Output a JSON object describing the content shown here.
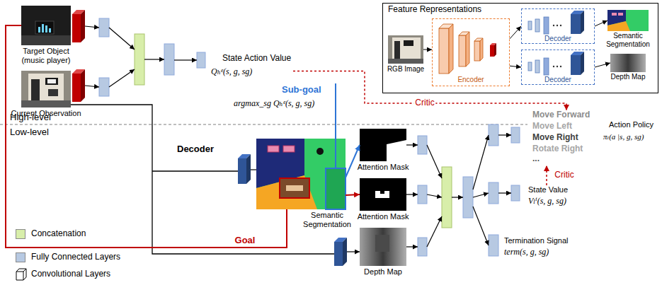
{
  "diagram": {
    "nodes": [
      {
        "text": [
          "Feature Representations"
        ]
      },
      {
        "text": [
          "RGB Image"
        ],
        "in": 0
      },
      {
        "text": [
          "Encoder"
        ],
        "in": 0
      },
      {
        "text": [
          "Decoder"
        ],
        "in": 0
      },
      {
        "text": [
          "Decoder"
        ],
        "in": 0
      },
      {
        "text": [
          "Semantic Segmentation"
        ],
        "in": 0
      },
      {
        "text": [
          "Depth Map"
        ],
        "in": 0
      },
      {
        "text": [
          "Target Object (music player)"
        ]
      },
      {
        "text": [
          "Current Observation"
        ]
      },
      {
        "text": [
          "State Action Value",
          "Qₕᵉ(s, g, sg)"
        ]
      },
      {
        "text": [
          "Semantic Segmentation"
        ]
      },
      {
        "text": [
          "Attention Mask"
        ]
      },
      {
        "text": [
          "Attention Mask"
        ]
      },
      {
        "text": [
          "Depth Map"
        ]
      },
      {
        "text": [
          "Move Forward",
          "Move Left",
          "Move Right",
          "Rotate Right",
          "...",
          "Action Policy",
          "πₗ(a |s, g, sg)"
        ]
      },
      {
        "text": [
          "State Value",
          "Vₗⁱ(s, g, sg)"
        ]
      },
      {
        "text": [
          "Termination Signal",
          "term(s, g, sg)"
        ]
      }
    ],
    "edges": [
      {
        "from": 1,
        "to": 2,
        "arrow": "to"
      },
      {
        "from": 2,
        "to": 3,
        "arrow": "to"
      },
      {
        "from": 2,
        "to": 4,
        "arrow": "to"
      },
      {
        "from": 3,
        "to": 5,
        "arrow": "to"
      },
      {
        "from": 4,
        "to": 6,
        "arrow": "to"
      },
      {
        "from": 7,
        "to": 10,
        "label": "Goal",
        "arrow": "none"
      },
      {
        "from": 10,
        "to": 11,
        "arrow": "to"
      },
      {
        "from": 10,
        "to": 12,
        "arrow": "to"
      },
      {
        "from": 9,
        "to": 14,
        "label": "Critic",
        "arrow": "to"
      },
      {
        "from": 15,
        "to": 14,
        "label": "Critic",
        "arrow": "to"
      }
    ],
    "labels": [
      "High-level",
      "Low-level",
      "Sub-goal",
      "argmax_sg Qₕᵉ(s, g, sg)",
      "Decoder"
    ],
    "legend": [
      {
        "text": "Concatenation",
        "color": "#d8eeaa"
      },
      {
        "text": "Fully Connected Layers",
        "color": "#b7c9e2"
      },
      {
        "text": "Convolutional Layers"
      }
    ]
  }
}
